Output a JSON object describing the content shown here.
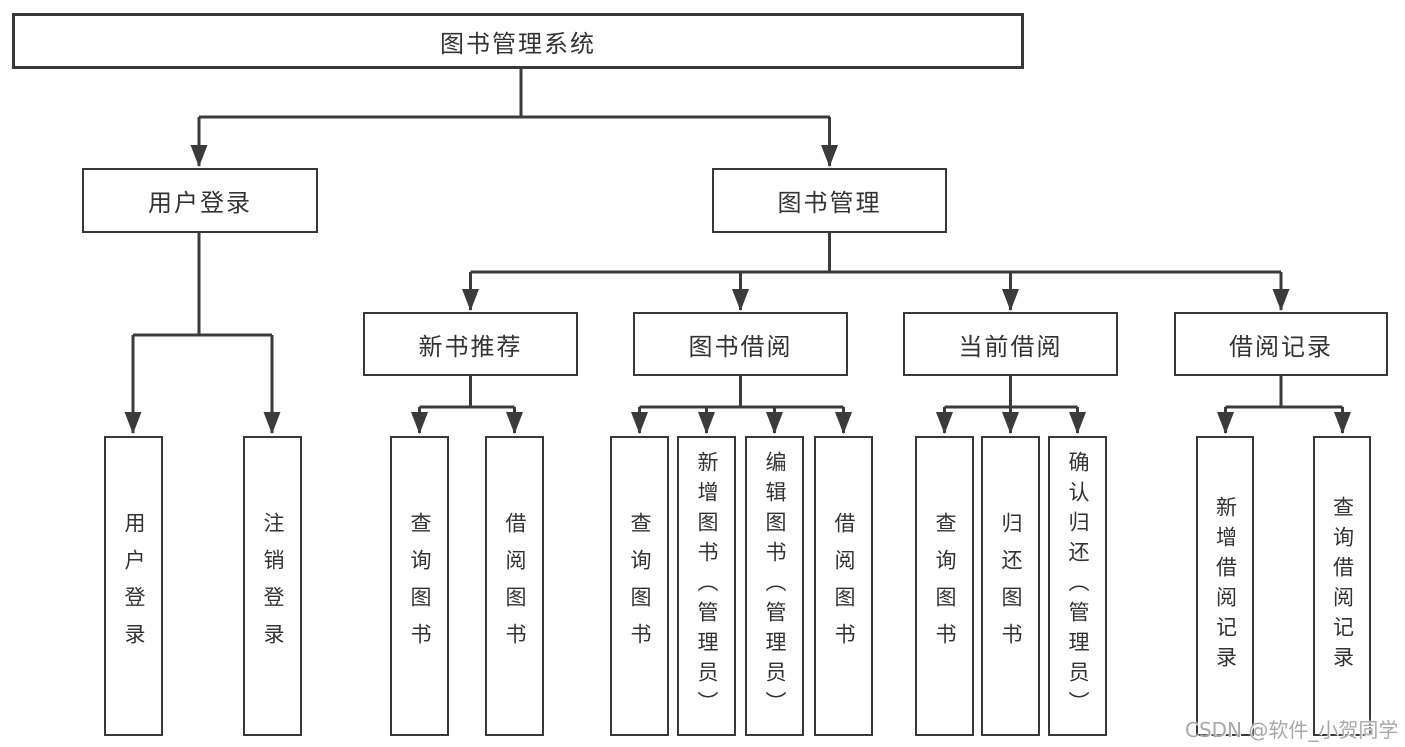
{
  "tree": {
    "root": {
      "label": "图书管理系统"
    },
    "branches": [
      {
        "label": "用户登录",
        "children": [
          "用户登录",
          "注销登录"
        ]
      },
      {
        "label": "图书管理",
        "children": [
          {
            "label": "新书推荐",
            "children": [
              "查询图书",
              "借阅图书"
            ]
          },
          {
            "label": "图书借阅",
            "children": [
              "查询图书",
              "新增图书（管理员）",
              "编辑图书（管理员）",
              "借阅图书"
            ]
          },
          {
            "label": "当前借阅",
            "children": [
              "查询图书",
              "归还图书",
              "确认归还（管理员）"
            ]
          },
          {
            "label": "借阅记录",
            "children": [
              "新增借阅记录",
              "查询借阅记录"
            ]
          }
        ]
      }
    ]
  },
  "watermark": "CSDN @软件_小贺同学",
  "colors": {
    "line": "#3b3b3b",
    "border": "#383838",
    "text": "#333333",
    "background": "#ffffff",
    "watermark": "#a9a9a9"
  }
}
